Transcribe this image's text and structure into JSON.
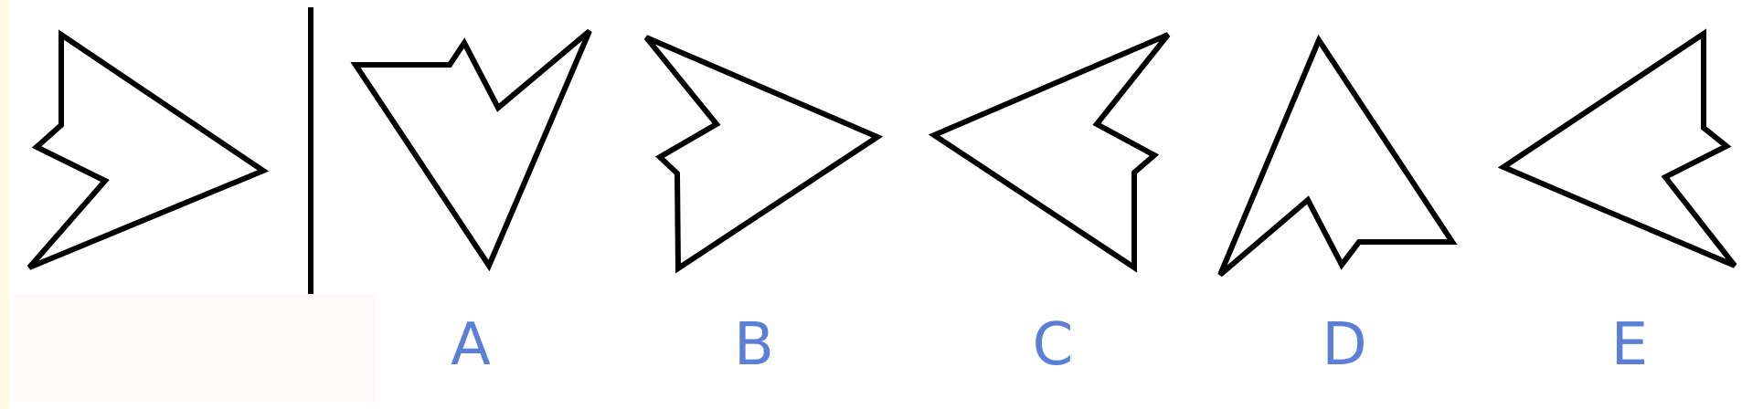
{
  "colors": {
    "label": "#5b7fd6",
    "stroke": "#000000",
    "background": "#ffffff",
    "left_strip": "#fffbe6",
    "blank_box": "#fffafa"
  },
  "question": {
    "description_shape": "arrow-polygon"
  },
  "options": [
    {
      "label": "A"
    },
    {
      "label": "B"
    },
    {
      "label": "C"
    },
    {
      "label": "D"
    },
    {
      "label": "E"
    }
  ]
}
